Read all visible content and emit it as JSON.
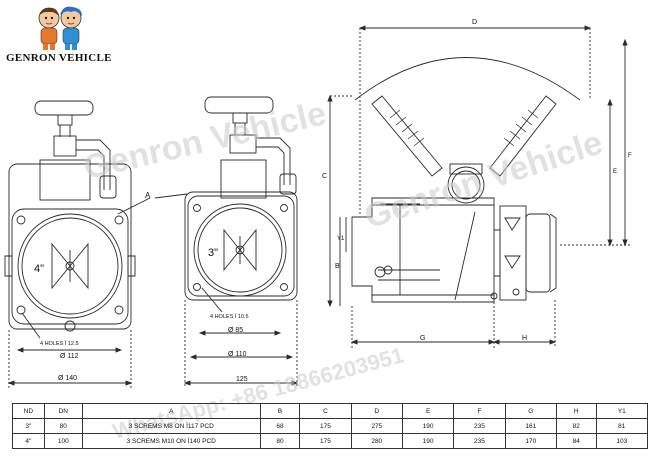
{
  "brand": {
    "name": "GENRON VEHICLE"
  },
  "watermarks": {
    "brand": "Genron Vehicle",
    "phone": "WhatsApp: +86 18866203951"
  },
  "labels": {
    "D": "D",
    "C": "C",
    "B": "B",
    "G": "G",
    "H": "H",
    "F": "F",
    "E": "E",
    "Y1": "Y1",
    "A1": "A",
    "A2": "A",
    "size_4": "4\"",
    "size_3": "3\"",
    "holes_left": "4 HOLES Ï 12.5",
    "holes_right": "4 HOLES Ï 10.5",
    "d112": "Ø 112",
    "d140": "Ø 140",
    "d85": "Ø 85",
    "d110": "Ø 110",
    "d125": "125"
  },
  "table": {
    "headers": [
      "ND",
      "DN",
      "A",
      "B",
      "C",
      "D",
      "E",
      "F",
      "G",
      "H",
      "Y1"
    ],
    "rows": [
      [
        "3\"",
        "80",
        "3 SCREMS M8 ON Ï117 PCD",
        "68",
        "175",
        "275",
        "190",
        "235",
        "161",
        "82",
        "81"
      ],
      [
        "4\"",
        "100",
        "3 SCREMS M10 ON Ï140 PCD",
        "80",
        "175",
        "280",
        "190",
        "235",
        "170",
        "84",
        "103"
      ]
    ]
  },
  "colors": {
    "line": "#2a2a2a",
    "accent": "#111111"
  }
}
